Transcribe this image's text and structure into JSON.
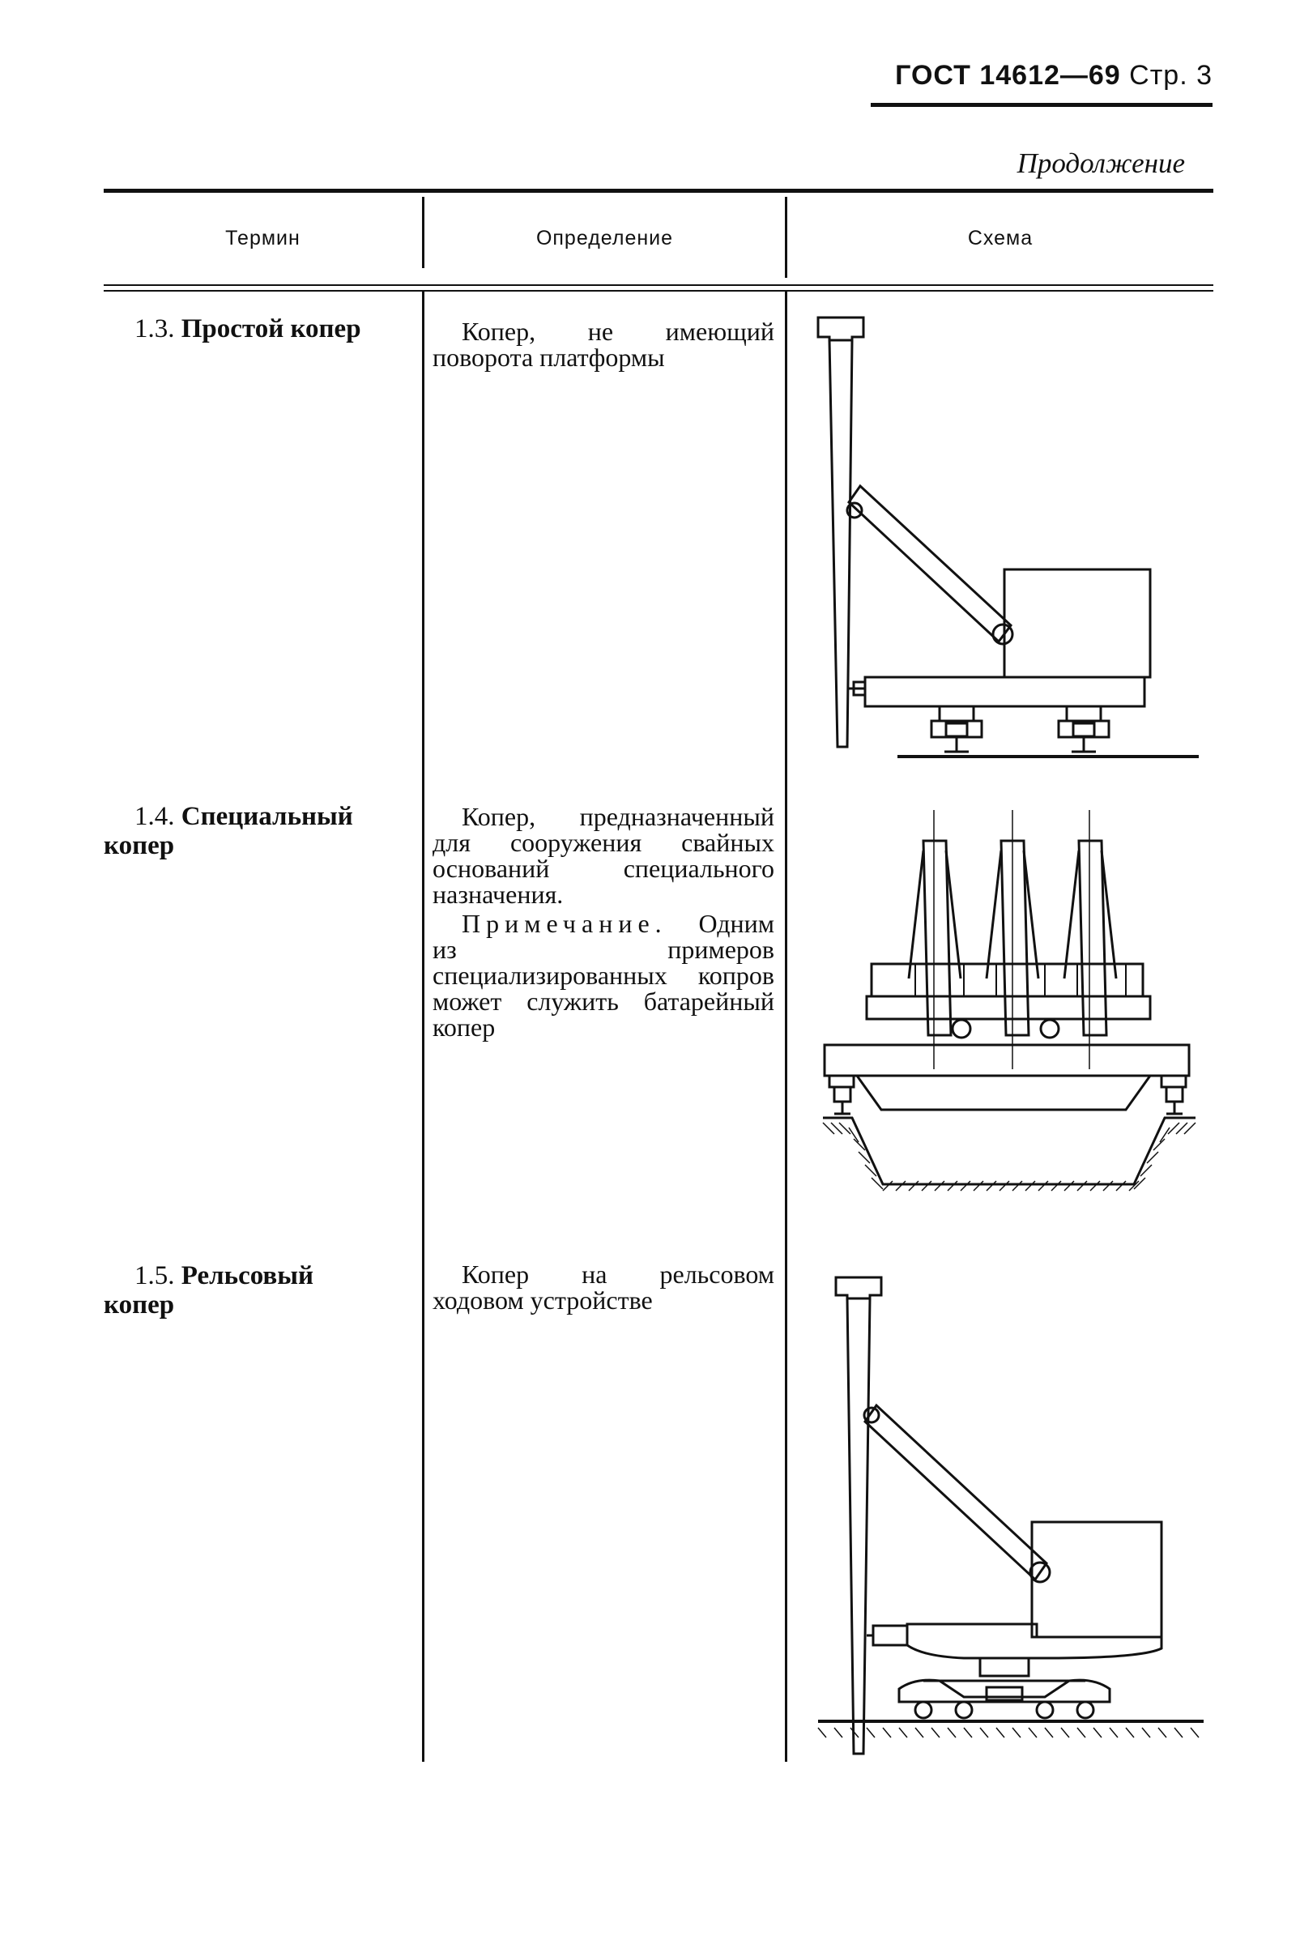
{
  "header": {
    "standard": "ГОСТ 14612—69",
    "page": "Стр. 3"
  },
  "continued": "Продолжение",
  "table": {
    "columns": [
      "Термин",
      "Определение",
      "Схема"
    ],
    "rows": [
      {
        "number": "1.3.",
        "term": "Простой копер",
        "definition": "Копер, не имеющий поворота платформы",
        "note_label": "",
        "note_text": ""
      },
      {
        "number": "1.4.",
        "term": "Специальный копер",
        "definition": "Копер, предназначенный для сооружения свайных оснований специального назначения.",
        "note_label": "Примечание.",
        "note_text": "Одним из примеров специализированных копров может служить батарейный копер"
      },
      {
        "number": "1.5.",
        "term": "Рельсовый копер",
        "definition": "Копер на рельсовом ходовом устройстве",
        "note_label": "",
        "note_text": ""
      }
    ]
  }
}
